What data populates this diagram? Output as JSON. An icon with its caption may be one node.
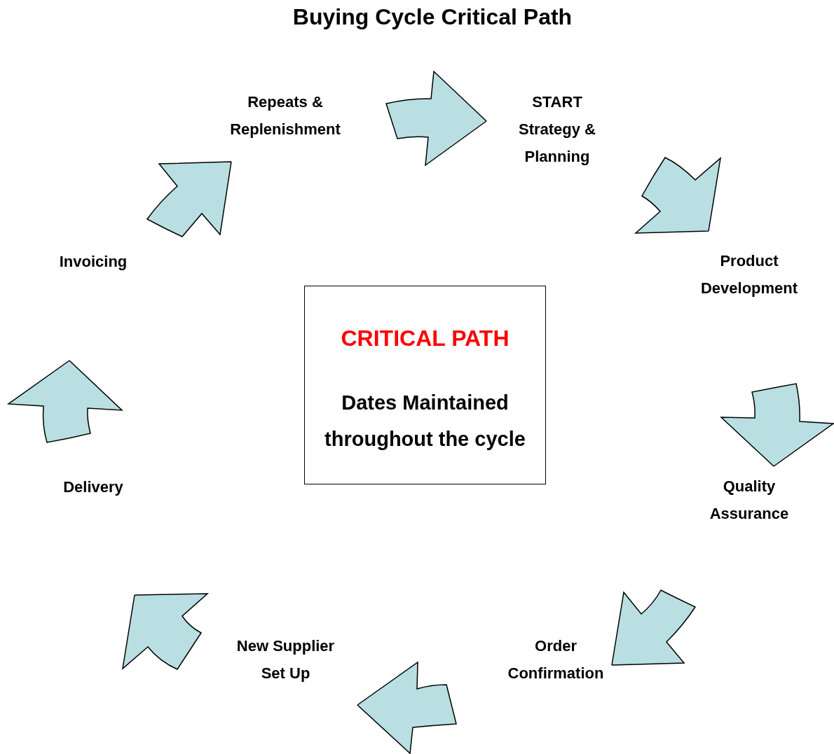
{
  "diagram": {
    "title": "Buying Cycle Critical Path",
    "nodes": [
      {
        "text": [
          "START Strategy & Planning"
        ]
      },
      {
        "text": [
          "Product Development"
        ]
      },
      {
        "text": [
          "Quality Assurance"
        ]
      },
      {
        "text": [
          "Order Confirmation"
        ]
      },
      {
        "text": [
          "New Supplier Set Up"
        ]
      },
      {
        "text": [
          "Delivery"
        ]
      },
      {
        "text": [
          "Invoicing"
        ]
      },
      {
        "text": [
          "Repeats & Replenishment"
        ]
      },
      {
        "text": [
          "CRITICAL PATH",
          "Dates Maintained throughout the cycle"
        ]
      }
    ]
  }
}
